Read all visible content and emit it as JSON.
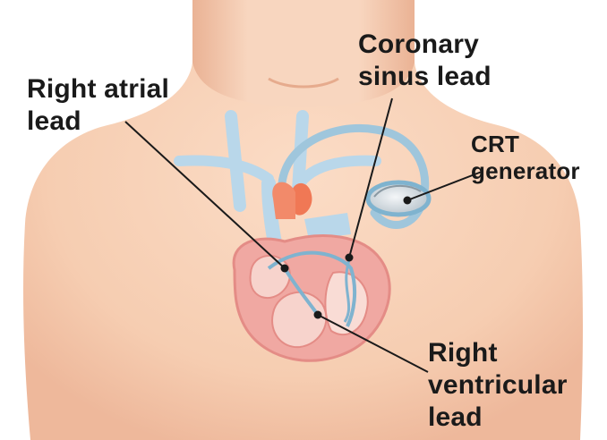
{
  "labels": {
    "right_atrial_lead": [
      "Right atrial",
      "lead"
    ],
    "coronary_sinus_lead": [
      "Coronary",
      "sinus lead"
    ],
    "crt_generator": [
      "CRT",
      "generator"
    ],
    "right_ventricular_lead": [
      "Right",
      "ventricular",
      "lead"
    ]
  },
  "colors": {
    "skin": "#f6cdb1",
    "skin_shadow": "#eab294",
    "vessel_blue": "#b9d7ea",
    "lead_wire": "#7fb3cf",
    "heart_outer": "#f0a8a2",
    "heart_inner": "#f7d3cc",
    "aorta": "#f07855",
    "pointer_line": "#1a1a1a"
  }
}
